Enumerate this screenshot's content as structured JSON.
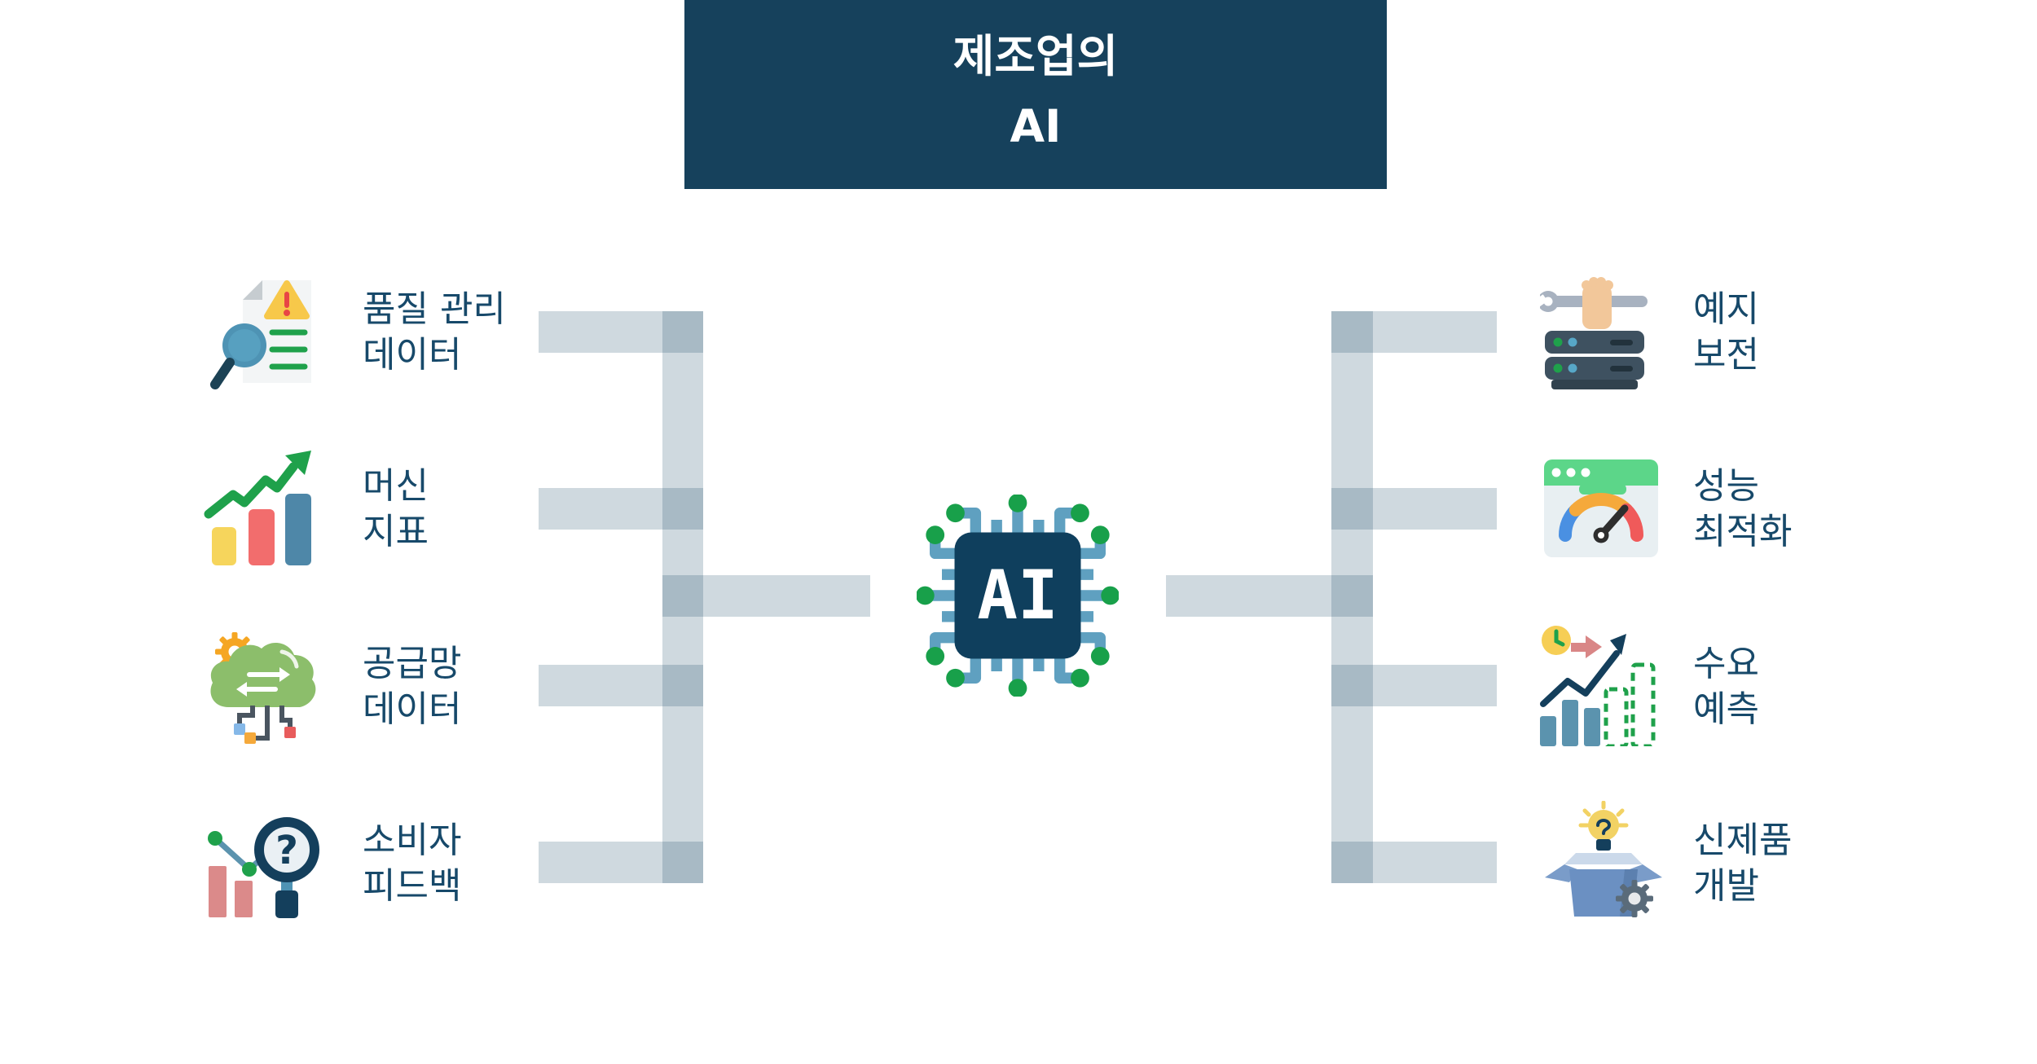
{
  "title": {
    "line1": "제조업의",
    "line2": "AI"
  },
  "chip": {
    "label": "AI"
  },
  "colors": {
    "banner_bg": "#16415C",
    "title_text": "#FFFFFF",
    "label_text": "#17496A",
    "connector": "rgba(16,64,95,0.20)",
    "chip_body": "#0F3F5D",
    "chip_trace": "#5FA0C0",
    "chip_dot": "#18A04A",
    "chip_text": "#FFFFFF"
  },
  "left_items": [
    {
      "line1": "품질 관리",
      "line2": "데이터",
      "icon": "quality-report-magnifier-icon"
    },
    {
      "line1": "머신",
      "line2": "지표",
      "icon": "bar-chart-growth-icon"
    },
    {
      "line1": "공급망",
      "line2": "데이터",
      "icon": "supply-chain-cloud-icon"
    },
    {
      "line1": "소비자",
      "line2": "피드백",
      "icon": "feedback-search-icon"
    }
  ],
  "right_items": [
    {
      "line1": "예지",
      "line2": "보전",
      "icon": "server-maintenance-icon"
    },
    {
      "line1": "성능",
      "line2": "최적화",
      "icon": "performance-gauge-icon"
    },
    {
      "line1": "수요",
      "line2": "예측",
      "icon": "demand-forecast-icon"
    },
    {
      "line1": "신제품",
      "line2": "개발",
      "icon": "new-product-box-icon"
    }
  ]
}
